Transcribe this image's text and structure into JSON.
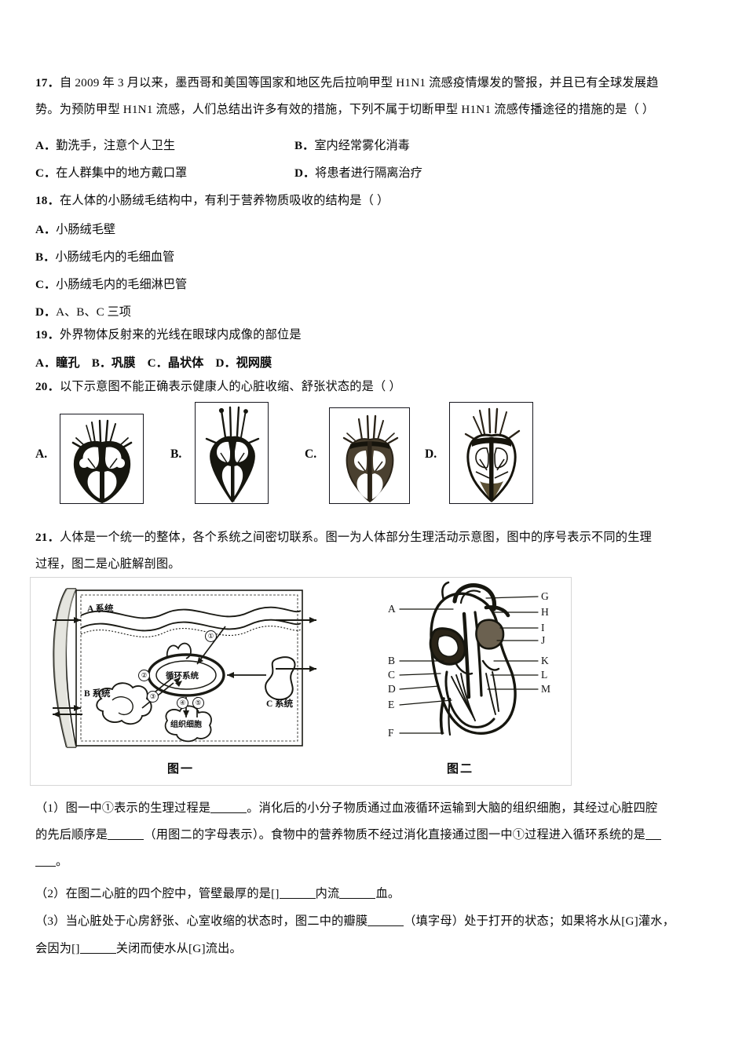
{
  "document": {
    "type": "exam-paper-scan",
    "language": "zh-CN"
  },
  "q17": {
    "number": "17．",
    "stem_line1": "自 2009 年 3 月以来，墨西哥和美国等国家和地区先后拉响甲型 H1N1 流感疫情爆发的警报，并且已有全球发展趋",
    "stem_line2": "势。为预防甲型 H1N1 流感，人们总结出许多有效的措施，下列不属于切断甲型 H1N1 流感传播途径的措施的是（    ）",
    "options": [
      {
        "label": "A．",
        "text": "勤洗手，注意个人卫生"
      },
      {
        "label": "B．",
        "text": "室内经常雾化消毒"
      },
      {
        "label": "C．",
        "text": "在人群集中的地方戴口罩"
      },
      {
        "label": "D．",
        "text": "将患者进行隔离治疗"
      }
    ]
  },
  "q18": {
    "number": "18．",
    "stem": "在人体的小肠绒毛结构中，有利于营养物质吸收的结构是（ ）",
    "options": [
      {
        "label": "A．",
        "text": "小肠绒毛壁"
      },
      {
        "label": "B．",
        "text": "小肠绒毛内的毛细血管"
      },
      {
        "label": "C．",
        "text": "小肠绒毛内的毛细淋巴管"
      },
      {
        "label": "D．",
        "text": "A、B、C 三项"
      }
    ]
  },
  "q19": {
    "number": "19．",
    "stem": "外界物体反射来的光线在眼球内成像的部位是",
    "options_inline": "A．瞳孔　B．巩膜　C．晶状体　D．视网膜"
  },
  "q20": {
    "number": "20．",
    "stem": "以下示意图不能正确表示健康人的心脏收缩、舒张状态的是（      ）",
    "options": [
      {
        "label": "A.",
        "image": "heart-diagram-a"
      },
      {
        "label": "B.",
        "image": "heart-diagram-b"
      },
      {
        "label": "C.",
        "image": "heart-diagram-c"
      },
      {
        "label": "D.",
        "image": "heart-diagram-d"
      }
    ]
  },
  "q21": {
    "number": "21．",
    "stem_line1": "人体是一个统一的整体，各个系统之间密切联系。图一为人体部分生理活动示意图，图中的序号表示不同的生理",
    "stem_line2": "过程，图二是心脏解剖图。",
    "figure1": {
      "caption": "图一",
      "labels": {
        "system_a": "A 系统",
        "system_b": "B 系统",
        "system_c": "C 系统",
        "circulatory": "循环系统",
        "tissue_cells": "组织细胞"
      },
      "process_numbers": [
        "①",
        "②",
        "③",
        "④",
        "⑤"
      ]
    },
    "figure2": {
      "caption": "图二",
      "left_labels": [
        "A",
        "B",
        "C",
        "D",
        "E",
        "F"
      ],
      "right_labels": [
        "G",
        "H",
        "I",
        "J",
        "K",
        "L",
        "M"
      ]
    },
    "sub_questions": {
      "s1_part1": "（1）图一中①表示的生理过程是",
      "s1_part2": "。消化后的小分子物质通过血液循环运输到大脑的组织细胞，其经过心脏四腔",
      "s1_part3": "的先后顺序是",
      "s1_part4": "（用图二的字母表示）。食物中的营养物质不经过消化直接通过图一中①过程进入循环系统的是",
      "s1_part5": "。",
      "s2_part1": "（2）在图二心脏的四个腔中，管壁最厚的是[]",
      "s2_part2": "内流",
      "s2_part3": "血。",
      "s3_part1": "（3）当心脏处于心房舒张、心室收缩的状态时，图二中的瓣膜",
      "s3_part2": "（填字母）处于打开的状态；如果将水从[G]灌水，",
      "s3_part3": "会因为[]",
      "s3_part4": "关闭而使水从[G]流出。"
    }
  },
  "colors": {
    "text": "#0a0a0a",
    "frame_border": "#d6d6d6",
    "box_border": "#17171f",
    "ink": "#1a1a14"
  }
}
